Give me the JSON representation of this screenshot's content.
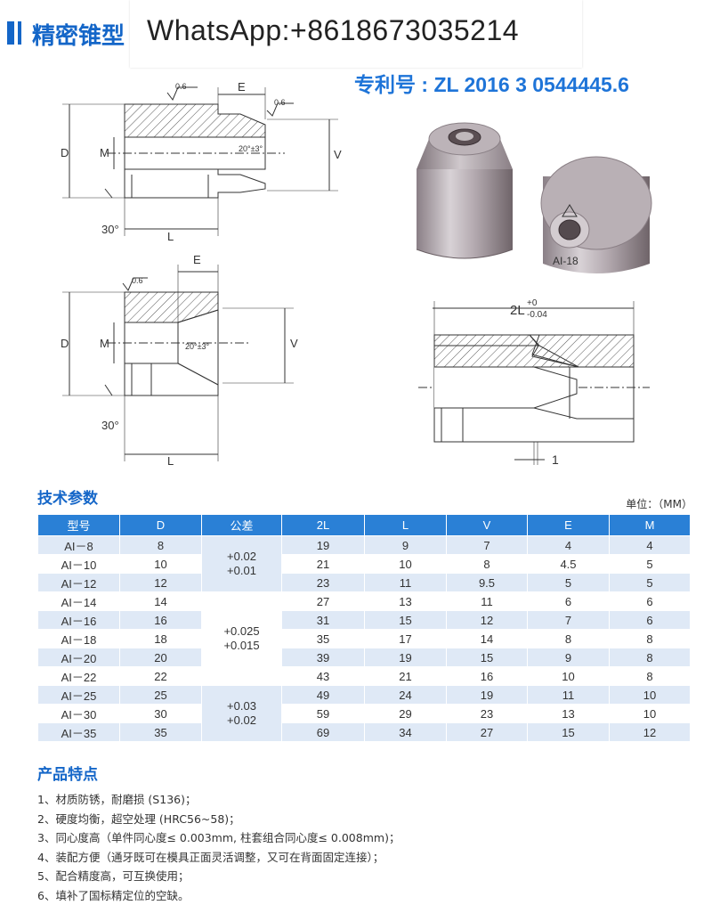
{
  "header": {
    "title": "精密锥型",
    "overlay_text": "WhatsApp:+8618673035214",
    "patent_label": "专利号 : ZL 2016 3 0544445.6"
  },
  "drawing_labels": {
    "top": {
      "finish1": "0.6",
      "finish2": "0.6",
      "dim_e": "E",
      "dim_d": "D",
      "dim_m": "M",
      "dim_v": "V",
      "angle": "20°±3°",
      "chamfer": "30°",
      "dim_l": "L"
    },
    "bottom": {
      "finish": "0.6",
      "dim_e": "E",
      "dim_d": "D",
      "dim_m": "M",
      "dim_v": "V",
      "angle": "20°±3°",
      "chamfer": "30°",
      "dim_l": "L"
    },
    "assembly": {
      "dim_2l": "2L",
      "tol_upper": "+0",
      "tol_lower": "-0.04",
      "gap": "1"
    },
    "photo_marking": "AI-18"
  },
  "spec_section": {
    "title": "技术参数",
    "unit": "单位：（MM）",
    "headers": [
      "型号",
      "D",
      "公差",
      "2L",
      "L",
      "V",
      "E",
      "M"
    ],
    "rows": [
      {
        "model": "AI－8",
        "d": "8",
        "l2": "19",
        "l": "9",
        "v": "7",
        "e": "4",
        "m": "4"
      },
      {
        "model": "AI－10",
        "d": "10",
        "l2": "21",
        "l": "10",
        "v": "8",
        "e": "4.5",
        "m": "5"
      },
      {
        "model": "AI－12",
        "d": "12",
        "l2": "23",
        "l": "11",
        "v": "9.5",
        "e": "5",
        "m": "5"
      },
      {
        "model": "AI－14",
        "d": "14",
        "l2": "27",
        "l": "13",
        "v": "11",
        "e": "6",
        "m": "6"
      },
      {
        "model": "AI－16",
        "d": "16",
        "l2": "31",
        "l": "15",
        "v": "12",
        "e": "7",
        "m": "6"
      },
      {
        "model": "AI－18",
        "d": "18",
        "l2": "35",
        "l": "17",
        "v": "14",
        "e": "8",
        "m": "8"
      },
      {
        "model": "AI－20",
        "d": "20",
        "l2": "39",
        "l": "19",
        "v": "15",
        "e": "9",
        "m": "8"
      },
      {
        "model": "AI－22",
        "d": "22",
        "l2": "43",
        "l": "21",
        "v": "16",
        "e": "10",
        "m": "8"
      },
      {
        "model": "AI－25",
        "d": "25",
        "l2": "49",
        "l": "24",
        "v": "19",
        "e": "11",
        "m": "10"
      },
      {
        "model": "AI－30",
        "d": "30",
        "l2": "59",
        "l": "29",
        "v": "23",
        "e": "13",
        "m": "10"
      },
      {
        "model": "AI－35",
        "d": "35",
        "l2": "69",
        "l": "34",
        "v": "27",
        "e": "15",
        "m": "12"
      }
    ],
    "tolerances": [
      {
        "upper": "+0.02",
        "lower": "+0.01"
      },
      {
        "upper": "+0.025",
        "lower": "+0.015"
      },
      {
        "upper": "+0.03",
        "lower": "+0.02"
      }
    ]
  },
  "features_section": {
    "title": "产品特点",
    "items": [
      "1、材质防锈，耐磨损 (S136)；",
      "2、硬度均衡，超空处理 (HRC56~58)；",
      "3、同心度高（单件同心度≤ 0.003mm, 柱套组合同心度≤ 0.008mm)；",
      "4、装配方便（通牙既可在模具正面灵活调整，又可在背面固定连接）；",
      "5、配合精度高，可互换使用；",
      "6、填补了国标精定位的空缺。"
    ]
  },
  "colors": {
    "accent": "#1466c8",
    "table_header": "#2a80d6",
    "row_tint": "#dfe9f6"
  }
}
